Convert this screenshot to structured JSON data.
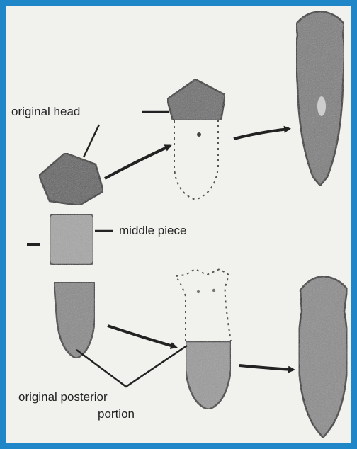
{
  "labels": {
    "original_head": "original head",
    "middle_piece": "middle piece",
    "original_posterior_line1": "original posterior",
    "original_posterior_line2": "portion"
  },
  "colors": {
    "border": "#1f86c8",
    "background": "#f1f1ee",
    "tissue": "#6e6e6e",
    "tissue_light": "#b5b5b5",
    "ink": "#222222"
  }
}
